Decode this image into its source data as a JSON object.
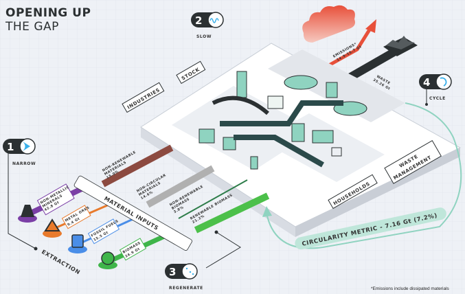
{
  "title": {
    "line1": "OPENING UP",
    "line2": "THE GAP"
  },
  "steps": [
    {
      "number": "1",
      "label": "NARROW",
      "icon": "narrow-arrow-icon"
    },
    {
      "number": "2",
      "label": "SLOW",
      "icon": "wave-icon"
    },
    {
      "number": "3",
      "label": "REGENERATE",
      "icon": "dots-icon"
    },
    {
      "number": "4",
      "label": "CYCLE",
      "icon": "cycle-arrow-icon"
    }
  ],
  "extraction_label": "EXTRACTION",
  "material_inputs_label": "MATERIAL INPUTS",
  "extraction": [
    {
      "line1": "NON-METALLIC",
      "line2": "MINERALS",
      "value": "42.8 Gt",
      "color": "#7b3fa6"
    },
    {
      "line1": "METAL ORES",
      "line2": "",
      "value": "9.4 Gt",
      "color": "#e87a2c"
    },
    {
      "line1": "FOSSIL FUELS",
      "line2": "",
      "value": "15.5 Gt",
      "color": "#4a8ee8"
    },
    {
      "line1": "BIOMASS",
      "line2": "",
      "value": "24.9 Gt",
      "color": "#3fb54a"
    }
  ],
  "inputs": [
    {
      "line1": "NON-RENEWABLE",
      "line2": "MATERIALS",
      "value": "15.0%",
      "color": "#8c4a40"
    },
    {
      "line1": "NON-CIRCULAR",
      "line2": "MATERIALS",
      "value": "14.6%",
      "color": "#b0b0b0"
    },
    {
      "line1": "NON-RENEWABLE",
      "line2": "BIOMASS",
      "value": "3.8%",
      "color": "#2e7d4a"
    },
    {
      "line1": "RENEWABLE BIOMASS",
      "line2": "",
      "value": "21.2%",
      "color": "#4cc04a"
    }
  ],
  "platform": {
    "industries": "INDUSTRIES",
    "stock": "STOCK",
    "households": "HOUSEHOLDS",
    "waste_management_1": "WASTE",
    "waste_management_2": "MANAGEMENT"
  },
  "outputs": {
    "emissions_label": "EMISSIONS*",
    "emissions_value": "14.9-15.7 Gt",
    "waste_label": "WASTE",
    "waste_value": "35.26 Gt",
    "emissions_color": "#e8503a",
    "waste_color": "#2b3032"
  },
  "circularity_metric": "CIRCULARITY METRIC - 7.16 Gt (7.2%)",
  "footnote": "*Emissions include dissipated materials",
  "colors": {
    "teal": "#8fd3c0",
    "dark": "#2b3032",
    "accent_blue": "#3ab0ea"
  }
}
